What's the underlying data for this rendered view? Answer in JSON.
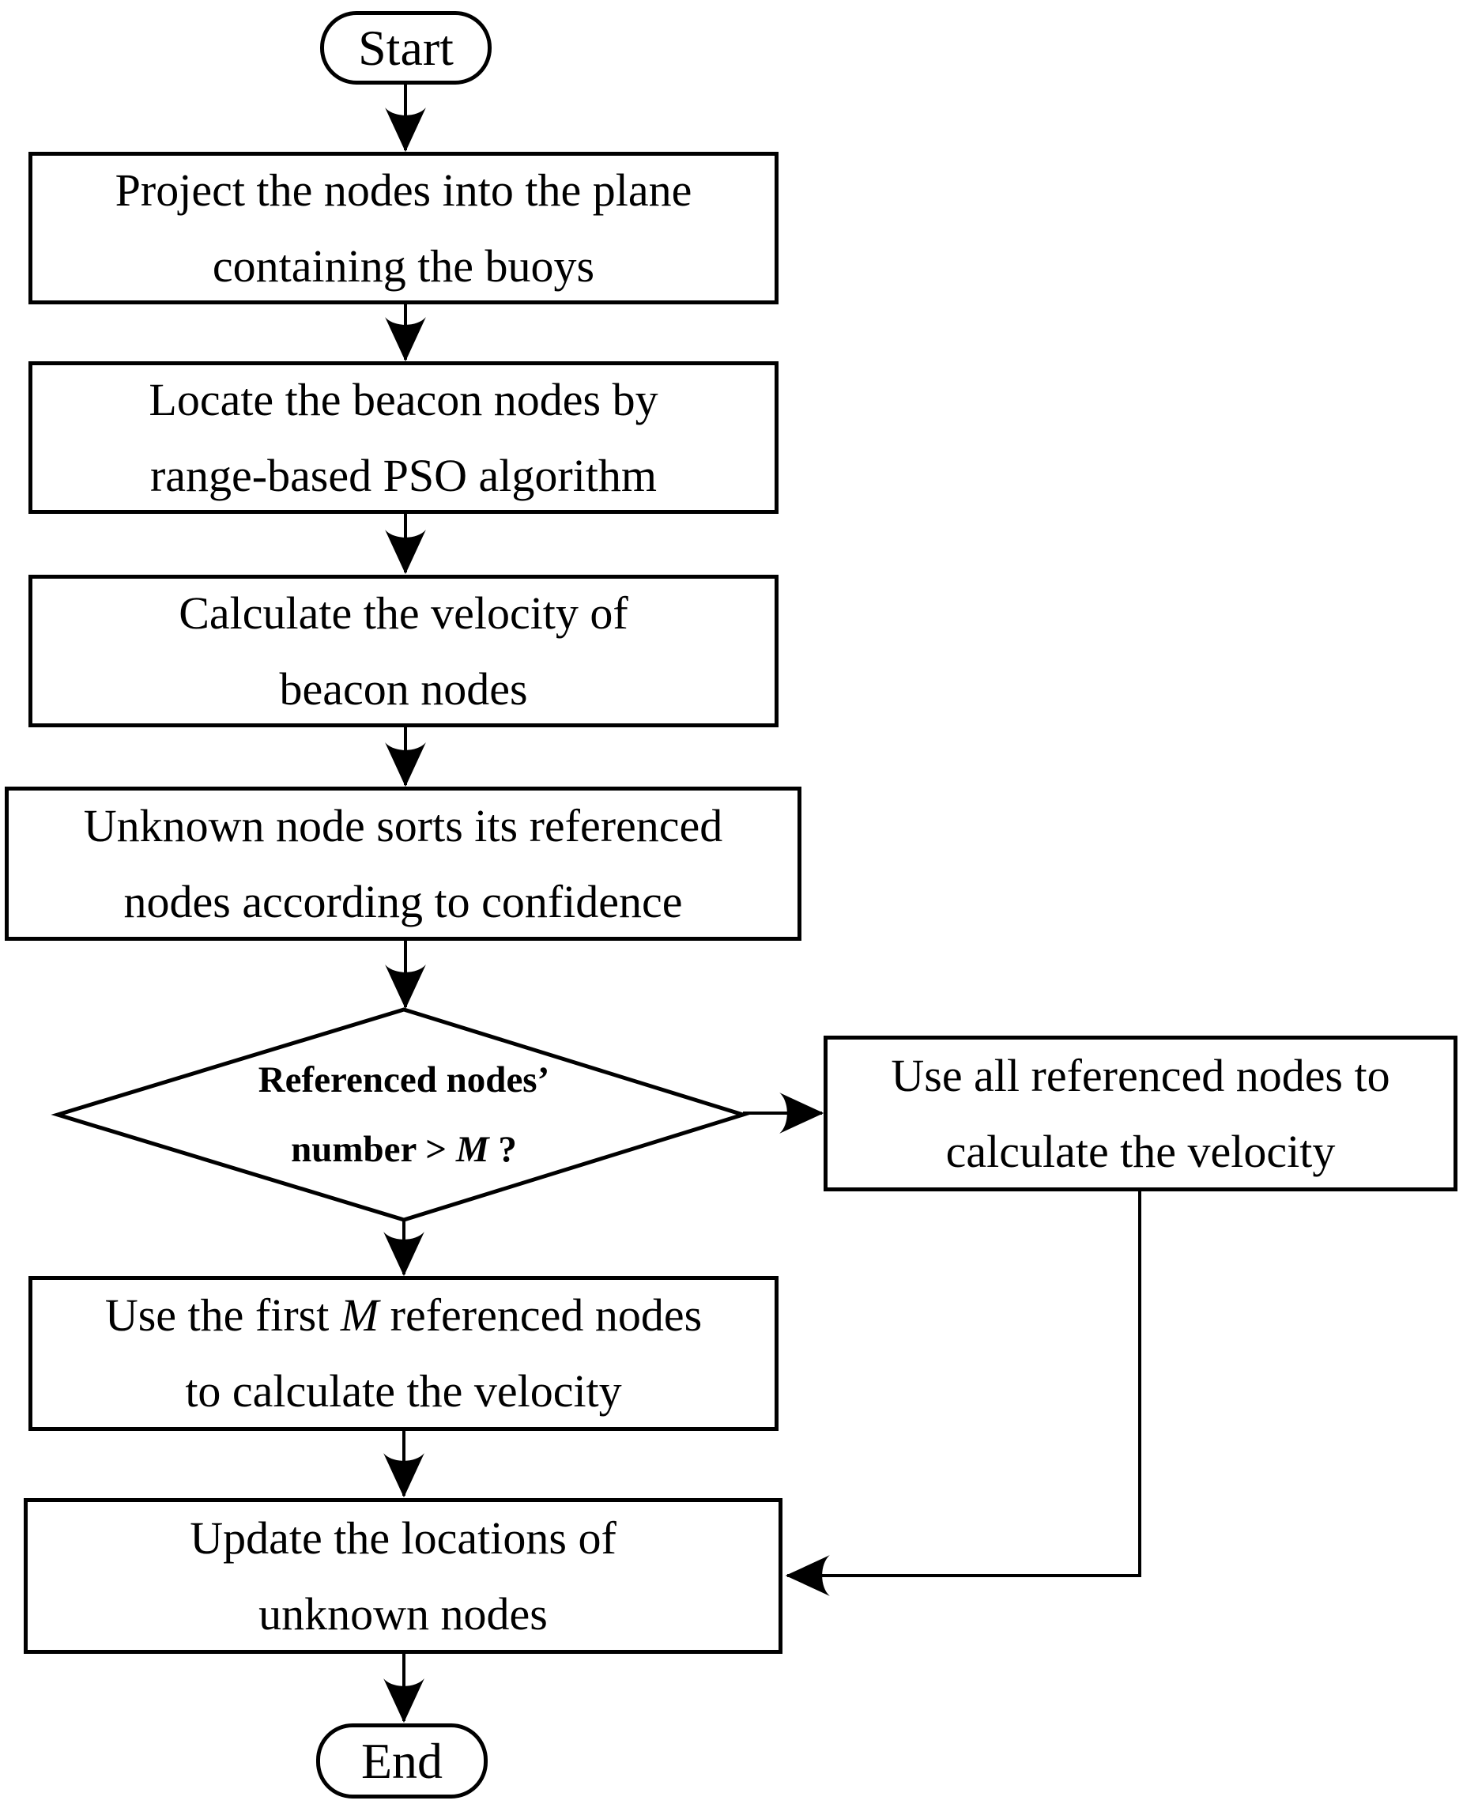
{
  "flowchart": {
    "colors": {
      "stroke": "#000000",
      "background": "#ffffff",
      "text": "#000000"
    },
    "nodes": {
      "start": {
        "type": "terminator",
        "label": "Start"
      },
      "project": {
        "type": "process",
        "lines": [
          "Project the nodes into the plane",
          "containing the buoys"
        ]
      },
      "locate": {
        "type": "process",
        "lines": [
          "Locate the beacon nodes by",
          "range-based PSO algorithm"
        ]
      },
      "calc_velocity": {
        "type": "process",
        "lines": [
          "Calculate the velocity of",
          "beacon nodes"
        ]
      },
      "sort_referenced": {
        "type": "process",
        "lines": [
          "Unknown node sorts its referenced",
          "nodes according to confidence"
        ]
      },
      "decision": {
        "type": "decision",
        "line1": "Referenced nodes’",
        "line2_pre": "number > ",
        "line2_m": "M",
        "line2_post": " ?"
      },
      "use_all": {
        "type": "process",
        "lines": [
          "Use all referenced nodes to",
          "calculate the velocity"
        ]
      },
      "use_first_m": {
        "type": "process",
        "line1_pre": "Use the first ",
        "line1_m": "M",
        "line1_post": " referenced nodes",
        "line2": "to calculate the velocity"
      },
      "update": {
        "type": "process",
        "lines": [
          "Update the locations of",
          "unknown nodes"
        ]
      },
      "end": {
        "type": "terminator",
        "label": "End"
      }
    }
  }
}
